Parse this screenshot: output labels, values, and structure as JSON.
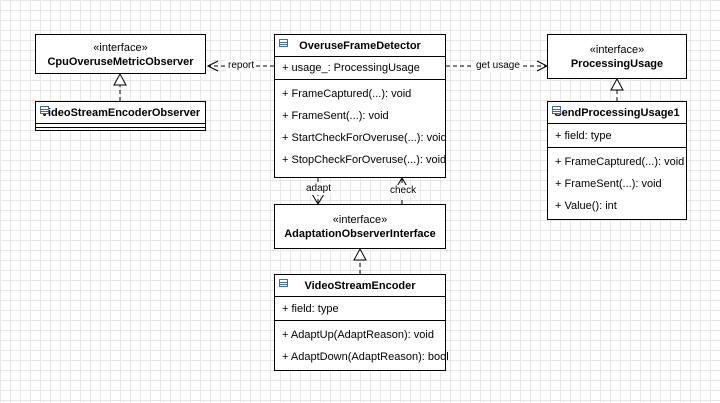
{
  "classes": {
    "cpu_observer": {
      "stereotype": "«interface»",
      "name": "CpuOveruseMetricObserver"
    },
    "vse_observer": {
      "name": "VideoStreamEncoderObserver"
    },
    "detector": {
      "name": "OveruseFrameDetector",
      "fields": [
        "+ usage_: ProcessingUsage"
      ],
      "methods": [
        "+ FrameCaptured(...): void",
        "+ FrameSent(...): void",
        "+ StartCheckForOveruse(...): void",
        "+ StopCheckForOveruse(...): void"
      ]
    },
    "processing_usage": {
      "stereotype": "«interface»",
      "name": "ProcessingUsage"
    },
    "send_usage": {
      "name": "SendProcessingUsage1",
      "fields": [
        "+ field: type"
      ],
      "methods": [
        "+ FrameCaptured(...): void",
        "+ FrameSent(...): void",
        "+ Value(): int"
      ]
    },
    "adaptation_iface": {
      "stereotype": "«interface»",
      "name": "AdaptationObserverInterface"
    },
    "encoder": {
      "name": "VideoStreamEncoder",
      "fields": [
        "+ field: type"
      ],
      "methods": [
        "+ AdaptUp(AdaptReason): void",
        "+ AdaptDown(AdaptReason): bool"
      ]
    }
  },
  "edges": {
    "report": "report",
    "get_usage": "get usage",
    "adapt": "adapt",
    "check": "check"
  }
}
